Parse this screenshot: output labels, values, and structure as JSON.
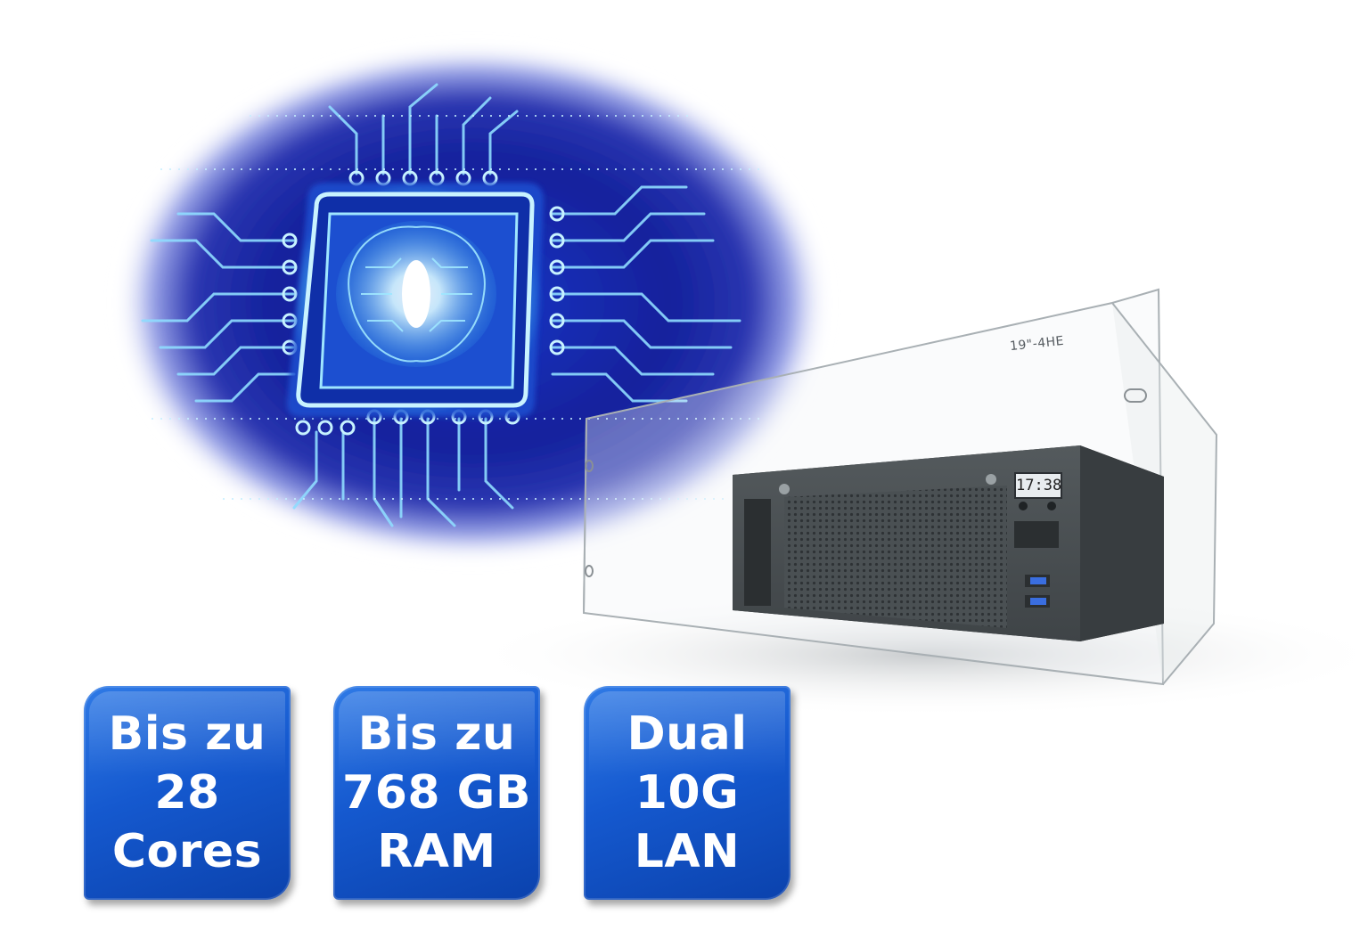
{
  "rack": {
    "form_factor_label": "19\"-4HE",
    "clock_display": "17:38"
  },
  "badges": [
    {
      "lines": [
        "Bis zu",
        "28",
        "Cores"
      ]
    },
    {
      "lines": [
        "Bis zu",
        "768 GB",
        "RAM"
      ]
    },
    {
      "lines": [
        "Dual",
        "10G",
        "LAN"
      ]
    }
  ],
  "colors": {
    "badge_blue": "#1559cf",
    "chip_glow": "#7fd6ff",
    "circuit_background": "#0d1f8f",
    "server_body": "#4a4f51"
  },
  "icons": [
    "ai-brain-chip-illustration",
    "rack-server-illustration"
  ]
}
